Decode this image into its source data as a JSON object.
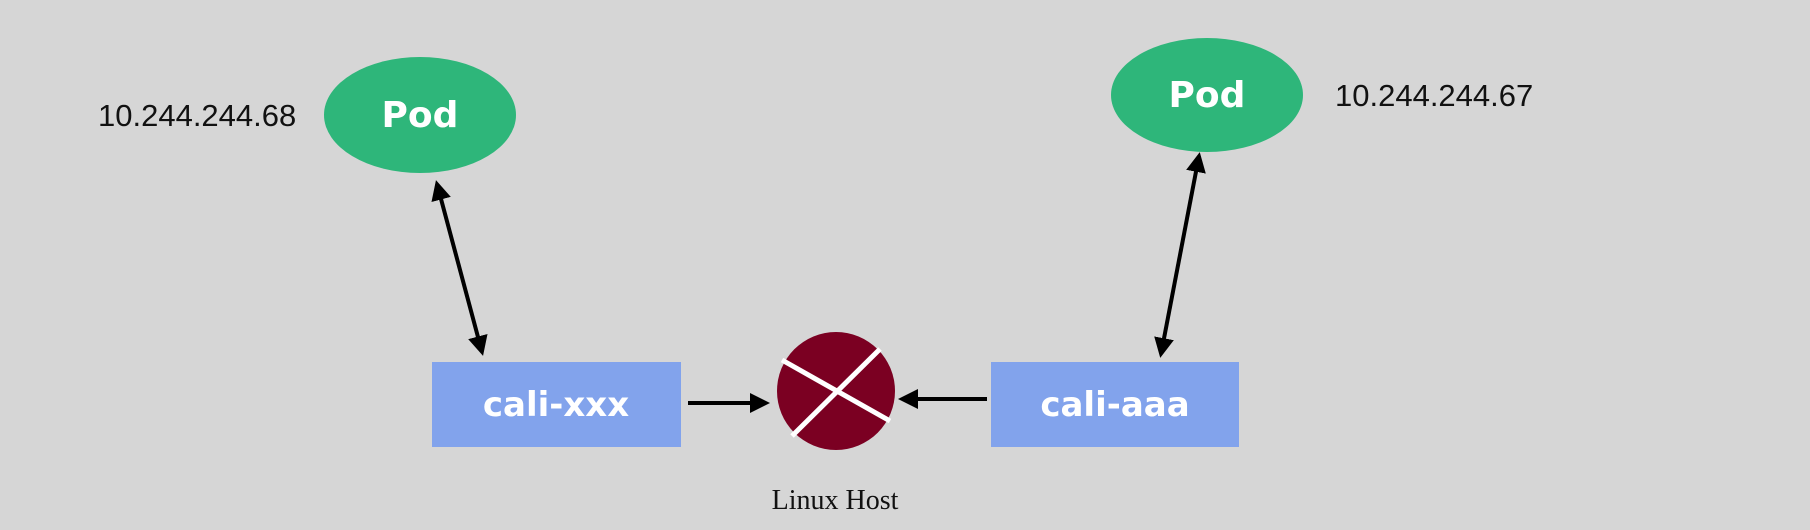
{
  "pods": [
    {
      "label": "Pod",
      "ip": "10.244.244.68"
    },
    {
      "label": "Pod",
      "ip": "10.244.244.67"
    }
  ],
  "interfaces": [
    {
      "label": "cali-xxx"
    },
    {
      "label": "cali-aaa"
    }
  ],
  "host": {
    "label": "Linux Host"
  },
  "colors": {
    "background": "#d6d6d6",
    "pod": "#2eb67a",
    "interface": "#82a3ec",
    "router": "#7b0022",
    "arrow": "#000000"
  }
}
